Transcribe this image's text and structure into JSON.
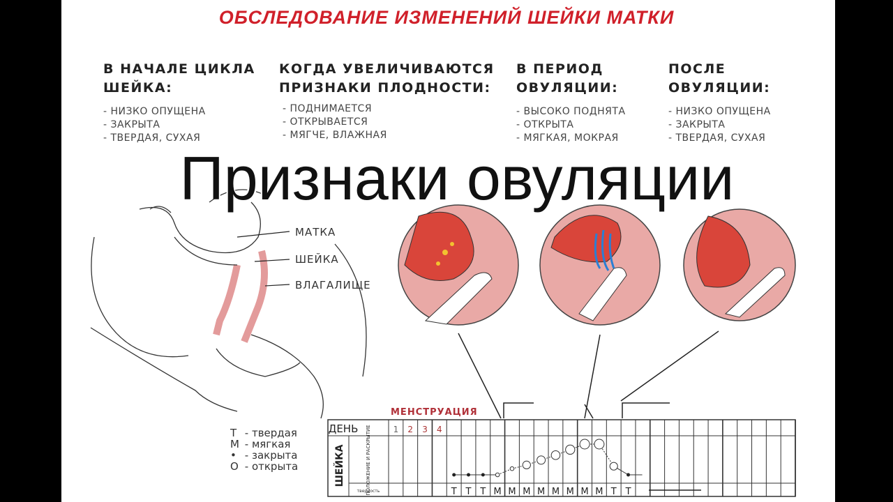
{
  "title": "ОБСЛЕДОВАНИЕ ИЗМЕНЕНИЙ ШЕЙКИ МАТКИ",
  "overlay_title": "Признаки овуляции",
  "columns": [
    {
      "heading": [
        "В НАЧАЛЕ ЦИКЛА",
        "ШЕЙКА:"
      ],
      "items": [
        "- НИЗКО ОПУЩЕНА",
        "- ЗАКРЫТА",
        "- ТВЕРДАЯ, СУХАЯ"
      ]
    },
    {
      "heading": [
        "КОГДА УВЕЛИЧИВАЮТСЯ",
        "ПРИЗНАКИ ПЛОДНОСТИ:"
      ],
      "items": [
        "- ПОДНИМАЕТСЯ",
        "- ОТКРЫВАЕТСЯ",
        "- МЯГЧЕ, ВЛАЖНАЯ"
      ]
    },
    {
      "heading": [
        "В ПЕРИОД",
        "ОВУЛЯЦИИ:"
      ],
      "items": [
        "- ВЫСОКО ПОДНЯТА",
        "- ОТКРЫТА",
        "- МЯГКАЯ, МОКРАЯ"
      ]
    },
    {
      "heading": [
        "ПОСЛЕ",
        "ОВУЛЯЦИИ:"
      ],
      "items": [
        "- НИЗКО ОПУЩЕНА",
        "- ЗАКРЫТА",
        "- ТВЕРДАЯ, СУХАЯ"
      ]
    }
  ],
  "anatomy_labels": {
    "uterus": "МАТКА",
    "cervix": "ШЕЙКА",
    "vagina": "ВЛАГАЛИЩЕ"
  },
  "legend": [
    {
      "symbol": "Т",
      "text": "- твердая"
    },
    {
      "symbol": "М",
      "text": "- мягкая"
    },
    {
      "symbol": "•",
      "text": "- закрыта"
    },
    {
      "symbol": "O",
      "text": "- открыта"
    }
  ],
  "colors": {
    "title": "#d0202a",
    "tissue": "#d9453a",
    "pink": "#e9a9a6"
  },
  "chart_data": {
    "type": "table",
    "menstruation_label": "МЕНСТРУАЦИЯ",
    "row_header_day": "ДЕНЬ",
    "row_group": "ШЕЙКА",
    "row_position": "ПОЛОЖЕНИЕ И РАСКРЫТИЕ",
    "row_firmness": "твердость",
    "day_count": 28,
    "days_labeled": [
      "1",
      "2",
      "3",
      "4"
    ],
    "firmness": [
      "",
      "",
      "",
      "",
      "Т",
      "Т",
      "Т",
      "М",
      "М",
      "М",
      "М",
      "М",
      "М",
      "М",
      "М",
      "Т",
      "Т"
    ],
    "position_points": [
      {
        "day": 5,
        "level": 0,
        "state": "closed"
      },
      {
        "day": 6,
        "level": 0,
        "state": "closed"
      },
      {
        "day": 7,
        "level": 0,
        "state": "closed"
      },
      {
        "day": 8,
        "level": 0,
        "state": "open-small"
      },
      {
        "day": 9,
        "level": 1,
        "state": "open-small"
      },
      {
        "day": 10,
        "level": 1.6,
        "state": "open"
      },
      {
        "day": 11,
        "level": 2.4,
        "state": "open"
      },
      {
        "day": 12,
        "level": 3.2,
        "state": "open"
      },
      {
        "day": 13,
        "level": 4.1,
        "state": "open"
      },
      {
        "day": 14,
        "level": 5,
        "state": "open"
      },
      {
        "day": 15,
        "level": 5,
        "state": "open"
      },
      {
        "day": 16,
        "level": 1.4,
        "state": "open"
      },
      {
        "day": 17,
        "level": 0,
        "state": "closed"
      }
    ]
  }
}
